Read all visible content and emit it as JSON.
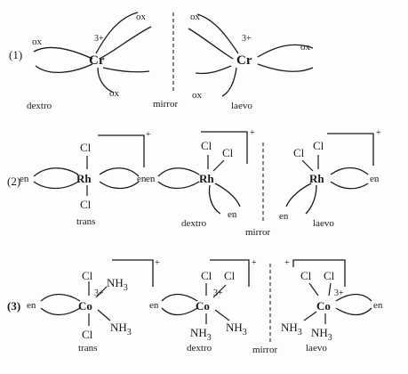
{
  "row1": {
    "number": "(1)",
    "dextro": {
      "metal": "Cr",
      "charge": "3+",
      "ligands": [
        "ox",
        "ox",
        "ox"
      ],
      "label": "dextro"
    },
    "mirror": "mirror",
    "laevo": {
      "metal": "Cr",
      "charge": "3+",
      "ligands": [
        "ox",
        "ox",
        "ox"
      ],
      "label": "laevo"
    }
  },
  "row2": {
    "number": "(2)",
    "charge": "+",
    "trans": {
      "metal": "Rh",
      "ligands": [
        "Cl",
        "Cl",
        "en",
        "en"
      ],
      "label": "trans"
    },
    "dextro": {
      "metal": "Rh",
      "ligands": [
        "Cl",
        "Cl",
        "en",
        "en"
      ],
      "label": "dextro"
    },
    "mirror": "mirror",
    "laevo": {
      "metal": "Rh",
      "ligands": [
        "Cl",
        "Cl",
        "en",
        "en"
      ],
      "label": "laevo"
    }
  },
  "row3": {
    "number": "(3)",
    "charge": "+",
    "trans": {
      "metal": "Co",
      "charge": "3+",
      "ligands": [
        "Cl",
        "Cl",
        "en",
        "NH",
        "3",
        "NH",
        "3"
      ],
      "label": "trans"
    },
    "dextro": {
      "metal": "Co",
      "charge": "3+",
      "ligands": [
        "Cl",
        "Cl",
        "en",
        "NH",
        "3",
        "NH",
        "3"
      ],
      "label": "dextro"
    },
    "mirror": "mirror",
    "laevo": {
      "metal": "Co",
      "charge": "3+",
      "ligands": [
        "Cl",
        "Cl",
        "en",
        "NH",
        "3",
        "NH",
        "3"
      ],
      "label": "laevo"
    }
  }
}
